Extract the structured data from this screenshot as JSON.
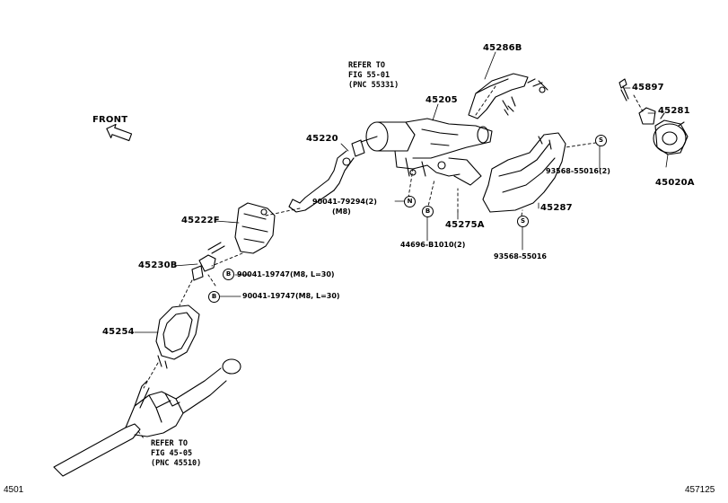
{
  "front": "FRONT",
  "parts": {
    "p45286B": "45286B",
    "p45205": "45205",
    "p45897": "45897",
    "p45281": "45281",
    "p45020A": "45020A",
    "p45220": "45220",
    "p45222F": "45222F",
    "p45230B": "45230B",
    "p45254": "45254",
    "p45275A": "45275A",
    "p45287": "45287",
    "p93568_2": "93568-55016(2)",
    "p93568": "93568-55016",
    "p44696": "44696-B1010(2)",
    "p90041_79294": "90041-79294(2)",
    "p90041_79294_sub": "(M8)",
    "p90041_19747_a": "90041-19747(M8, L=30)",
    "p90041_19747_b": "90041-19747(M8, L=30)"
  },
  "refs": {
    "top": [
      "REFER TO",
      "FIG 55-01",
      "(PNC 55331)"
    ],
    "bottom": [
      "REFER TO",
      "FIG 45-05",
      "(PNC 45510)"
    ]
  },
  "markers": {
    "N": "N",
    "B": "B",
    "S": "S"
  },
  "footer": {
    "left": "4501",
    "right": "457125"
  }
}
